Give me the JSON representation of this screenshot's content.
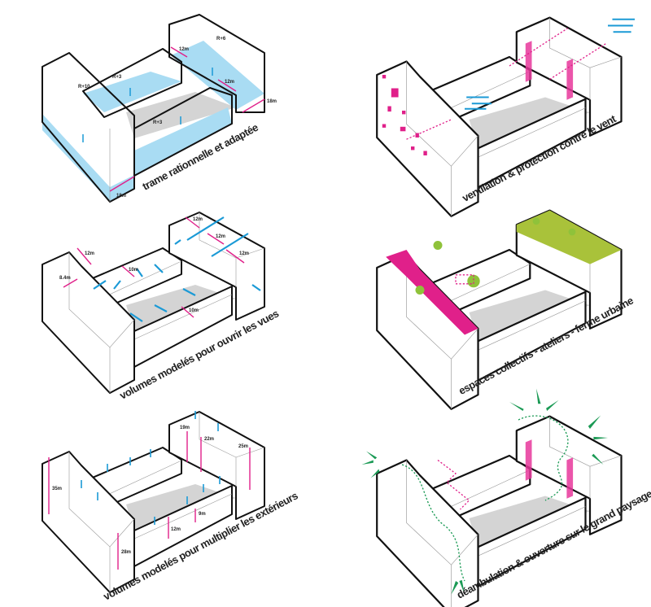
{
  "colors": {
    "accent_magenta": "#e0208a",
    "accent_blue": "#1b9ad6",
    "floor_blue": "#a9dcf3",
    "court_gray": "#d4d4d4",
    "green": "#1b9a55",
    "roof_green": "#a9c23a"
  },
  "panels": [
    {
      "caption": "trame rationnelle et adaptée",
      "labels": {
        "r10": "R+10",
        "r3a": "R+3",
        "r3b": "R+3",
        "r6": "R+6",
        "d12a": "12m",
        "d12b": "12m",
        "d18a": "18m",
        "d18b": "18m"
      }
    },
    {
      "caption": "ventilation & protection contre le vent"
    },
    {
      "caption": "volumes modelés pour ouvrir les vues",
      "labels": {
        "d12a": "12m",
        "d12b": "12m",
        "d12c": "12m",
        "d12d": "12m",
        "d10a": "10m",
        "d10b": "10m",
        "d84": "8.4m"
      }
    },
    {
      "caption": "espaces collectifs - ateliers - ferme urbaine"
    },
    {
      "caption": "volumes modelés pour multiplier les extérieurs",
      "labels": {
        "d35": "35m",
        "d28": "28m",
        "d19": "19m",
        "d22": "22m",
        "d25": "25m",
        "d12": "12m",
        "d9": "9m"
      }
    },
    {
      "caption": "déambulation & ouverture sur le grand paysage"
    }
  ]
}
